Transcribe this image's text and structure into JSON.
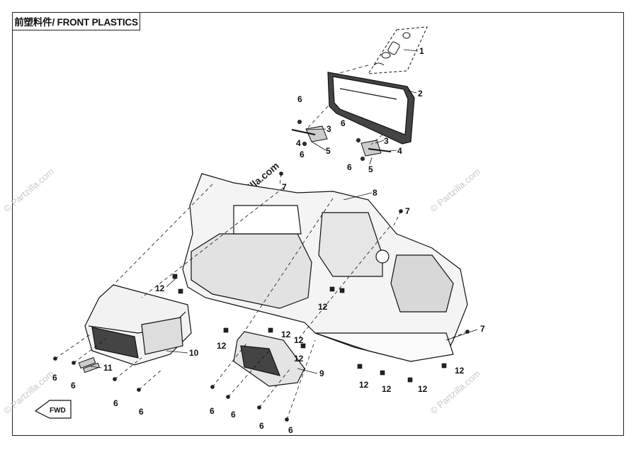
{
  "title": "前塑料件/ FRONT PLASTICS",
  "watermark": "© Partzilla.com",
  "fwd_label": "FWD",
  "callouts": {
    "c1": "1",
    "c2": "2",
    "c3a": "3",
    "c3b": "3",
    "c4a": "4",
    "c4b": "4",
    "c5a": "5",
    "c5b": "5",
    "c6a": "6",
    "c6b": "6",
    "c6c": "6",
    "c6d": "6",
    "c6e": "6",
    "c6f": "6",
    "c6g": "6",
    "c6h": "6",
    "c6i": "6",
    "c6j": "6",
    "c6k": "6",
    "c6l": "6",
    "c7a": "7",
    "c7b": "7",
    "c7c": "7",
    "c8": "8",
    "c9": "9",
    "c10": "10",
    "c11": "11",
    "c12a": "12",
    "c12b": "12",
    "c12c": "12",
    "c12d": "12",
    "c12e": "12",
    "c12f": "12",
    "c12g": "12",
    "c12h": "12",
    "c12i": "12",
    "c12j": "12"
  },
  "colors": {
    "line": "#111111",
    "shade": "#d8d8d8",
    "dark": "#555555",
    "watermark": "#c9c9c9"
  }
}
